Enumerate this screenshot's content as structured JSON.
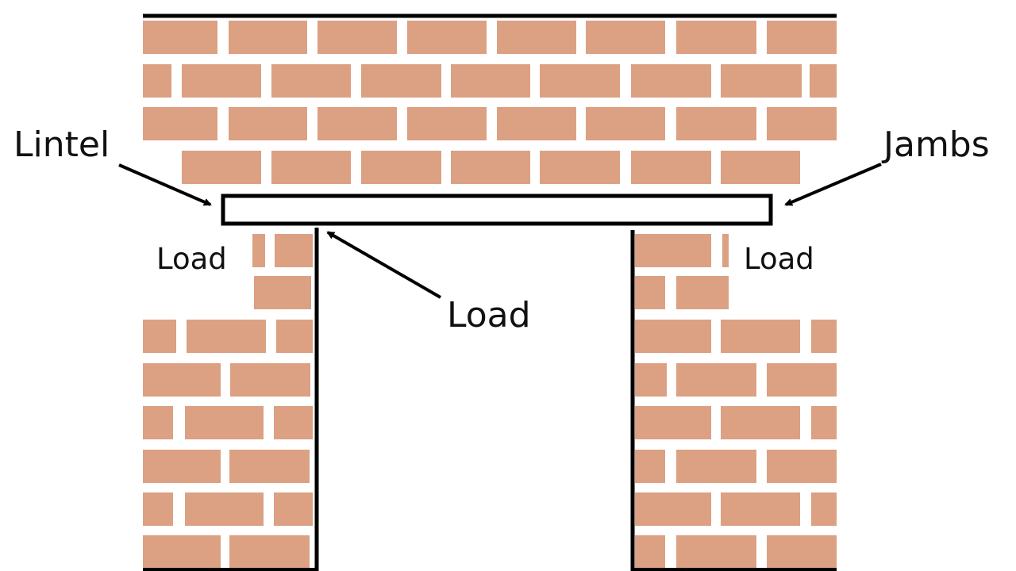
{
  "labels": {
    "lintel": "Lintel",
    "jambs": "Jambs",
    "load_left": "Load",
    "load_center": "Load",
    "load_right": "Load"
  },
  "colors": {
    "brick": "#dca083",
    "outline": "#000000",
    "background": "#ffffff"
  }
}
